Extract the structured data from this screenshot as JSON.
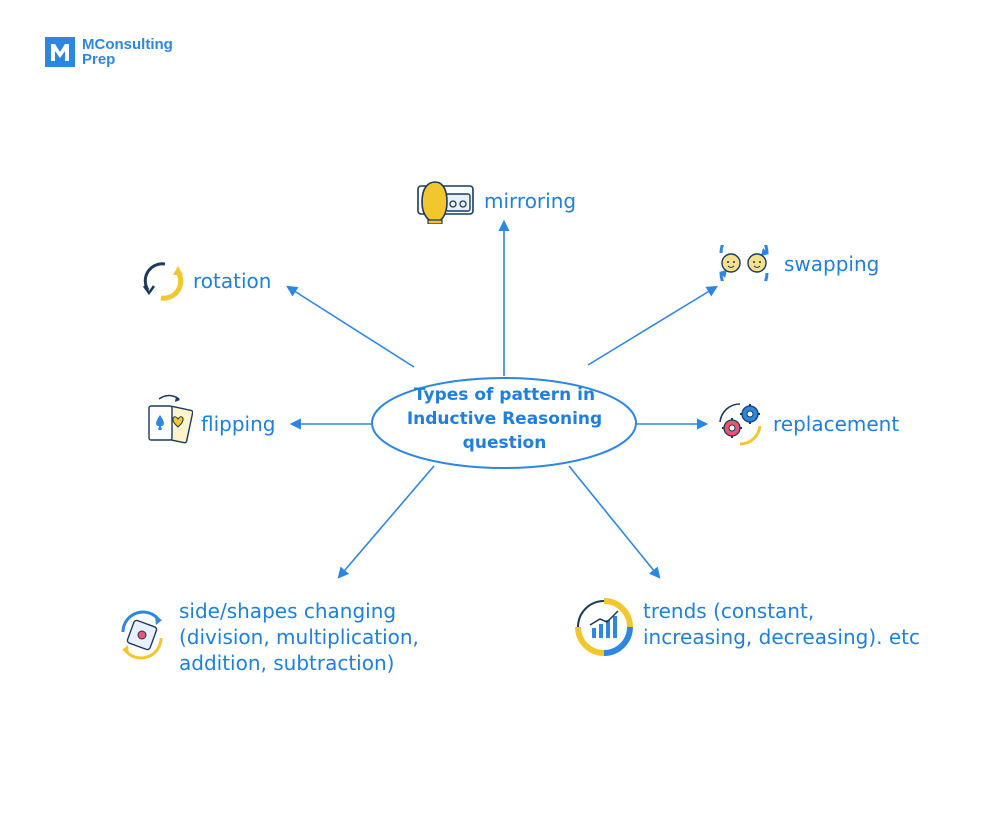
{
  "brand": {
    "line1": "MConsulting",
    "line2": "Prep",
    "mark_letter": "M",
    "color": "#2d86e0"
  },
  "center": {
    "lines": [
      "Types of pattern in",
      "Inductive Reasoning",
      "question"
    ]
  },
  "nodes": {
    "mirroring": {
      "label": "mirroring",
      "icon": "mirror-face-icon"
    },
    "swapping": {
      "label": "swapping",
      "icon": "swap-faces-icon"
    },
    "rotation": {
      "label": "rotation",
      "icon": "rotation-arrows-icon"
    },
    "flipping": {
      "label": "flipping",
      "icon": "flip-cards-icon"
    },
    "replacement": {
      "label": "replacement",
      "icon": "replace-gears-icon"
    },
    "side_shapes": {
      "lines": [
        "side/shapes changing",
        "(division, multiplication,",
        "addition, subtraction)"
      ],
      "icon": "shape-cycle-icon"
    },
    "trends": {
      "lines": [
        "trends (constant,",
        "increasing, decreasing). etc"
      ],
      "icon": "trend-chart-icon"
    }
  },
  "colors": {
    "primary_blue": "#1f7fdc",
    "line_blue": "#2d86e0",
    "icon_outline": "#1b3a5c",
    "accent_yellow": "#f2c72e"
  }
}
